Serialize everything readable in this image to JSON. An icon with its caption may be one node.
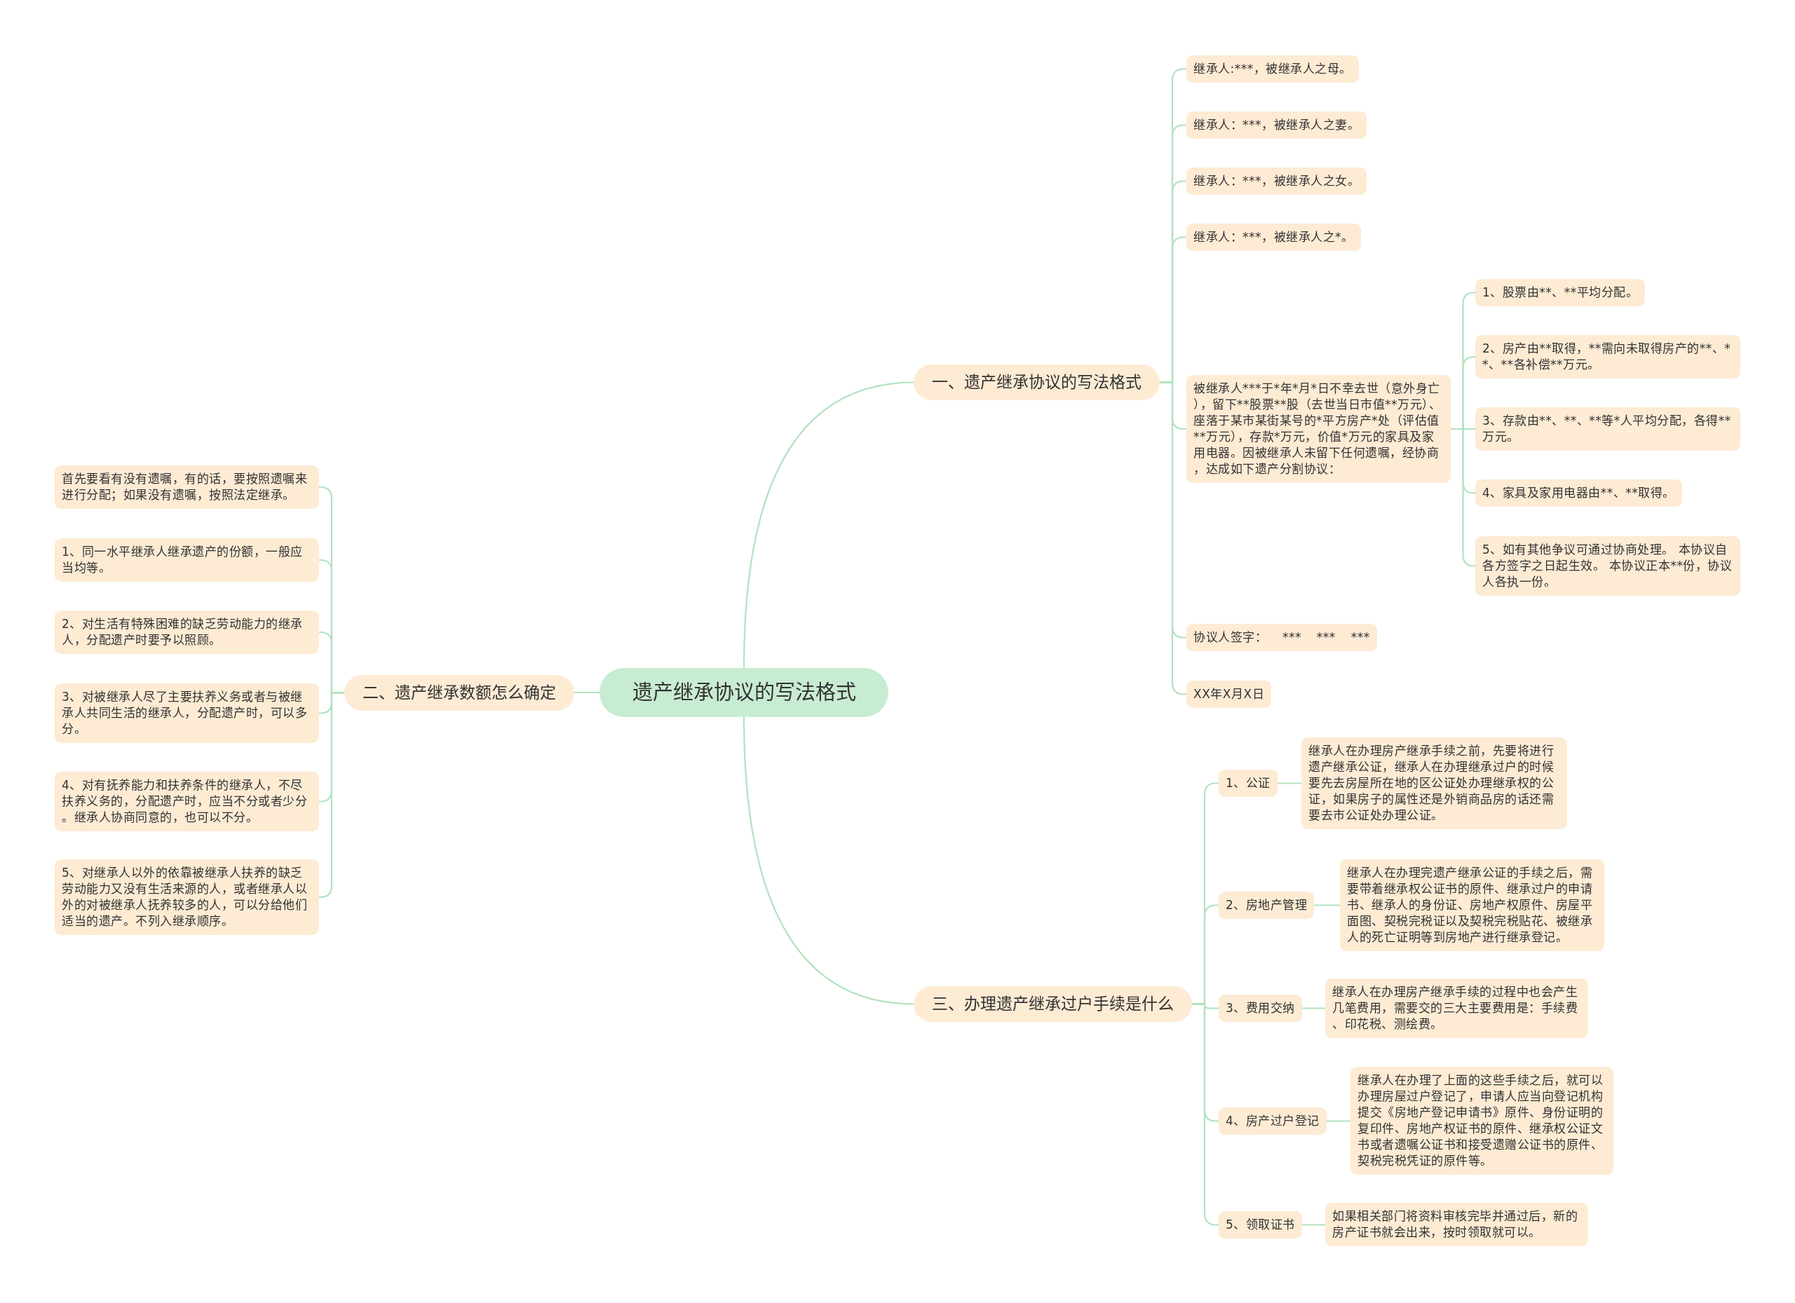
{
  "diagram": {
    "nodes": [
      {
        "text": [
          "遗产继承协议的写法格式"
        ]
      },
      {
        "text": [
          "一、遗产继承协议的写法格式"
        ]
      },
      {
        "text": [
          "继承人:***，被继承人之母。"
        ]
      },
      {
        "text": [
          "继承人：***，被继承人之妻。"
        ]
      },
      {
        "text": [
          "继承人：***，被继承人之女。"
        ]
      },
      {
        "text": [
          "继承人：***，被继承人之*。"
        ]
      },
      {
        "text": [
          "被继承人***于*年*月*日不幸去世（意外身亡），留下**股票**股（去世当日市值**万元）、座落于某市某街某号的*平方房产*处（评估值**万元），存款*万元，价值*万元的家具及家用电器。因被继承人未留下任何遗嘱，经协商，达成如下遗产分割协议："
        ]
      },
      {
        "text": [
          "1、股票由**、**平均分配。"
        ]
      },
      {
        "text": [
          "2、房产由**取得，**需向未取得房产的**、**、**各补偿**万元。"
        ]
      },
      {
        "text": [
          "3、存款由**、**、**等*人平均分配，各得**万元。"
        ]
      },
      {
        "text": [
          "4、家具及家用电器由**、**取得。"
        ]
      },
      {
        "text": [
          "5、如有其他争议可通过协商处理。 本协议自各方签字之日起生效。 本协议正本**份，协议人各执一份。"
        ]
      },
      {
        "text": [
          "协议人签字： *** *** ***"
        ]
      },
      {
        "text": [
          "XX年X月X日"
        ]
      },
      {
        "text": [
          "二、遗产继承数额怎么确定"
        ]
      },
      {
        "text": [
          "首先要看有没有遗嘱，有的话，要按照遗嘱来进行分配；如果没有遗嘱，按照法定继承。"
        ]
      },
      {
        "text": [
          "1、同一水平继承人继承遗产的份额，一般应当均等。"
        ]
      },
      {
        "text": [
          "2、对生活有特殊困难的缺乏劳动能力的继承人，分配遗产时要予以照顾。"
        ]
      },
      {
        "text": [
          "3、对被继承人尽了主要扶养义务或者与被继承人共同生活的继承人，分配遗产时，可以多分。"
        ]
      },
      {
        "text": [
          "4、对有抚养能力和扶养条件的继承人，不尽扶养义务的，分配遗产时，应当不分或者少分。继承人协商同意的，也可以不分。"
        ]
      },
      {
        "text": [
          "5、对继承人以外的依靠被继承人扶养的缺乏劳动能力又没有生活来源的人，或者继承人以外的对被继承人抚养较多的人，可以分给他们适当的遗产。不列入继承顺序。"
        ]
      },
      {
        "text": [
          "三、办理遗产继承过户手续是什么"
        ]
      },
      {
        "text": [
          "1、公证"
        ]
      },
      {
        "text": [
          "继承人在办理房产继承手续之前，先要将进行遗产继承公证，继承人在办理继承过户的时候要先去房屋所在地的区公证处办理继承权的公证，如果房子的属性还是外销商品房的话还需要去市公证处办理公证。"
        ]
      },
      {
        "text": [
          "2、房地产管理"
        ]
      },
      {
        "text": [
          "继承人在办理完遗产继承公证的手续之后，需要带着继承权公证书的原件、继承过户的申请书、继承人的身份证、房地产权原件、房屋平面图、契税完税证以及契税完税贴花、被继承人的死亡证明等到房地产进行继承登记。"
        ]
      },
      {
        "text": [
          "3、费用交纳"
        ]
      },
      {
        "text": [
          "继承人在办理房产继承手续的过程中也会产生几笔费用，需要交的三大主要费用是：手续费、印花税、测绘费。"
        ]
      },
      {
        "text": [
          "4、房产过户登记"
        ]
      },
      {
        "text": [
          "继承人在办理了上面的这些手续之后，就可以办理房屋过户登记了，申请人应当向登记机构提交《房地产登记申请书》原件、身份证明的复印件、房地产权证书的原件、继承权公证文书或者遗嘱公证书和接受遗赠公证书的原件、契税完税凭证的原件等。"
        ]
      },
      {
        "text": [
          "5、领取证书"
        ]
      },
      {
        "text": [
          "如果相关部门将资料审核完毕并通过后，新的房产证书就会出来，按时领取就可以。"
        ]
      }
    ],
    "edges": [
      {
        "from": 0,
        "to": 1,
        "arrow": "none"
      },
      {
        "from": 1,
        "to": 2,
        "arrow": "none"
      },
      {
        "from": 1,
        "to": 3,
        "arrow": "none"
      },
      {
        "from": 1,
        "to": 4,
        "arrow": "none"
      },
      {
        "from": 1,
        "to": 5,
        "arrow": "none"
      },
      {
        "from": 1,
        "to": 6,
        "arrow": "none"
      },
      {
        "from": 6,
        "to": 7,
        "arrow": "none"
      },
      {
        "from": 6,
        "to": 8,
        "arrow": "none"
      },
      {
        "from": 6,
        "to": 9,
        "arrow": "none"
      },
      {
        "from": 6,
        "to": 10,
        "arrow": "none"
      },
      {
        "from": 6,
        "to": 11,
        "arrow": "none"
      },
      {
        "from": 1,
        "to": 12,
        "arrow": "none"
      },
      {
        "from": 1,
        "to": 13,
        "arrow": "none"
      },
      {
        "from": 0,
        "to": 14,
        "arrow": "none"
      },
      {
        "from": 14,
        "to": 15,
        "arrow": "none"
      },
      {
        "from": 14,
        "to": 16,
        "arrow": "none"
      },
      {
        "from": 14,
        "to": 17,
        "arrow": "none"
      },
      {
        "from": 14,
        "to": 18,
        "arrow": "none"
      },
      {
        "from": 14,
        "to": 19,
        "arrow": "none"
      },
      {
        "from": 14,
        "to": 20,
        "arrow": "none"
      },
      {
        "from": 0,
        "to": 21,
        "arrow": "none"
      },
      {
        "from": 21,
        "to": 22,
        "arrow": "none"
      },
      {
        "from": 22,
        "to": 23,
        "arrow": "none"
      },
      {
        "from": 21,
        "to": 24,
        "arrow": "none"
      },
      {
        "from": 24,
        "to": 25,
        "arrow": "none"
      },
      {
        "from": 21,
        "to": 26,
        "arrow": "none"
      },
      {
        "from": 26,
        "to": 27,
        "arrow": "none"
      },
      {
        "from": 21,
        "to": 28,
        "arrow": "none"
      },
      {
        "from": 28,
        "to": 29,
        "arrow": "none"
      },
      {
        "from": 21,
        "to": 30,
        "arrow": "none"
      },
      {
        "from": 30,
        "to": 31,
        "arrow": "none"
      }
    ]
  }
}
